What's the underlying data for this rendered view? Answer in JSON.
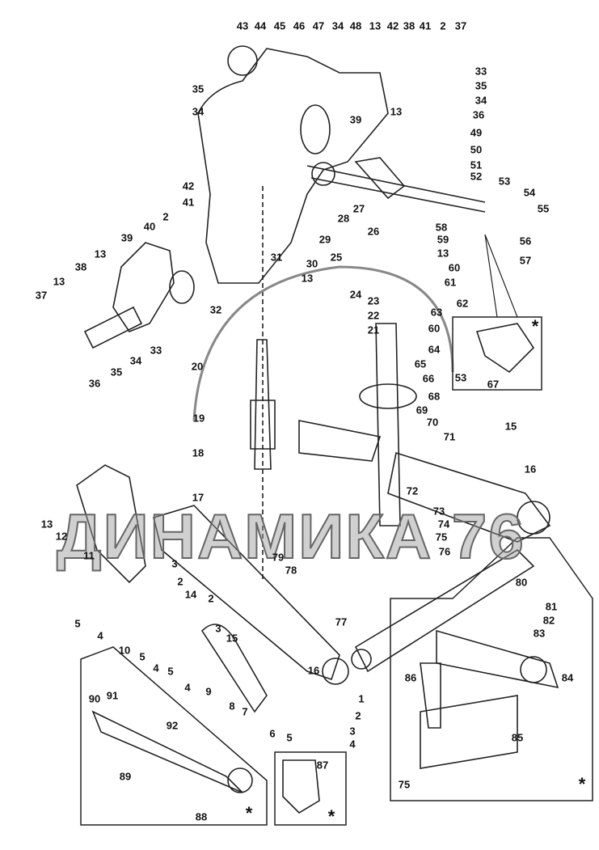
{
  "diagram": {
    "callouts": [
      "43",
      "44",
      "45",
      "46",
      "47",
      "34",
      "48",
      "13",
      "42",
      "38",
      "41",
      "2",
      "37",
      "35",
      "34",
      "33",
      "35",
      "34",
      "36",
      "49",
      "50",
      "51",
      "52",
      "53",
      "54",
      "55",
      "56",
      "57",
      "42",
      "41",
      "2",
      "39",
      "13",
      "28",
      "27",
      "26",
      "31",
      "30",
      "29",
      "25",
      "13",
      "58",
      "59",
      "13",
      "60",
      "61",
      "62",
      "63",
      "60",
      "64",
      "24",
      "23",
      "22",
      "21",
      "65",
      "66",
      "68",
      "69",
      "70",
      "71",
      "15",
      "16",
      "72",
      "73",
      "74",
      "75",
      "76",
      "80",
      "77",
      "40",
      "39",
      "13",
      "38",
      "13",
      "37",
      "36",
      "35",
      "34",
      "33",
      "32",
      "20",
      "19",
      "18",
      "17",
      "79",
      "78",
      "13",
      "12",
      "11",
      "3",
      "2",
      "14",
      "2",
      "3",
      "5",
      "4",
      "10",
      "5",
      "4",
      "5",
      "4",
      "9",
      "15",
      "8",
      "7",
      "6",
      "5",
      "16",
      "1",
      "2",
      "3",
      "4",
      "90",
      "91",
      "92",
      "89",
      "88",
      "87",
      "81",
      "82",
      "83",
      "84",
      "86",
      "85",
      "75",
      "53",
      "67"
    ],
    "inset_marker": "*",
    "watermark": "ДИНАМИКА 76"
  }
}
